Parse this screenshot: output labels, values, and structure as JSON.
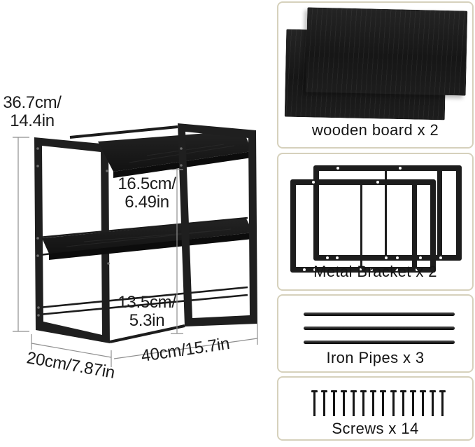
{
  "diagram": {
    "dimensions": {
      "height": {
        "line1": "36.7cm/",
        "line2": "14.4in"
      },
      "shelf_gap": {
        "line1": "16.5cm/",
        "line2": "6.49in"
      },
      "bottom_gap": {
        "line1": "13.5cm/",
        "line2": "5.3in"
      },
      "depth": "20cm/7.87in",
      "width": "40cm/15.7in"
    }
  },
  "parts": {
    "wooden_board": {
      "label": "wooden board x 2",
      "count": 2
    },
    "metal_bracket": {
      "label": "Metal Bracket x 2",
      "count": 2
    },
    "iron_pipes": {
      "label": "Iron Pipes x 3",
      "count": 3
    },
    "screws": {
      "label": "Screws x 14",
      "count": 14
    }
  },
  "colors": {
    "card_border": "#d6d1bc",
    "rack_black": "#1f1f1f",
    "dimension_line": "#8f8f8f",
    "text": "#1b1b1b"
  }
}
